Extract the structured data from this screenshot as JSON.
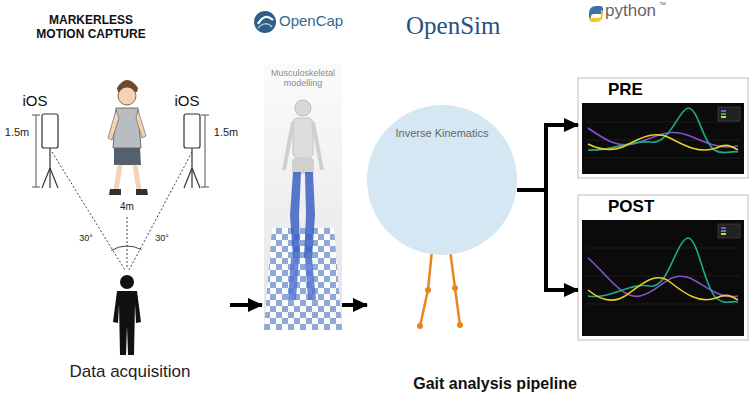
{
  "diagram": {
    "caption": "Gait analysis pipeline",
    "nodes": [
      {
        "text": [
          "Musculoskeletal modelling"
        ]
      },
      {
        "text": [
          "Inverse Kinematics"
        ]
      },
      {
        "text": [
          "PRE"
        ]
      },
      {
        "text": [
          "POST"
        ]
      }
    ],
    "edges": [
      {
        "from": 0,
        "to": 1,
        "arrow": "to"
      },
      {
        "from": 1,
        "to": 2,
        "arrow": "to"
      },
      {
        "from": 1,
        "to": 3,
        "arrow": "to"
      }
    ],
    "labels": [
      "MARKERLESS MOTION CAPTURE",
      "iOS",
      "iOS",
      "1.5m",
      "1.5m",
      "4m",
      "30°",
      "30°",
      "Data acquisition",
      "OpenCap",
      "OpenSim",
      "python",
      "™"
    ]
  }
}
